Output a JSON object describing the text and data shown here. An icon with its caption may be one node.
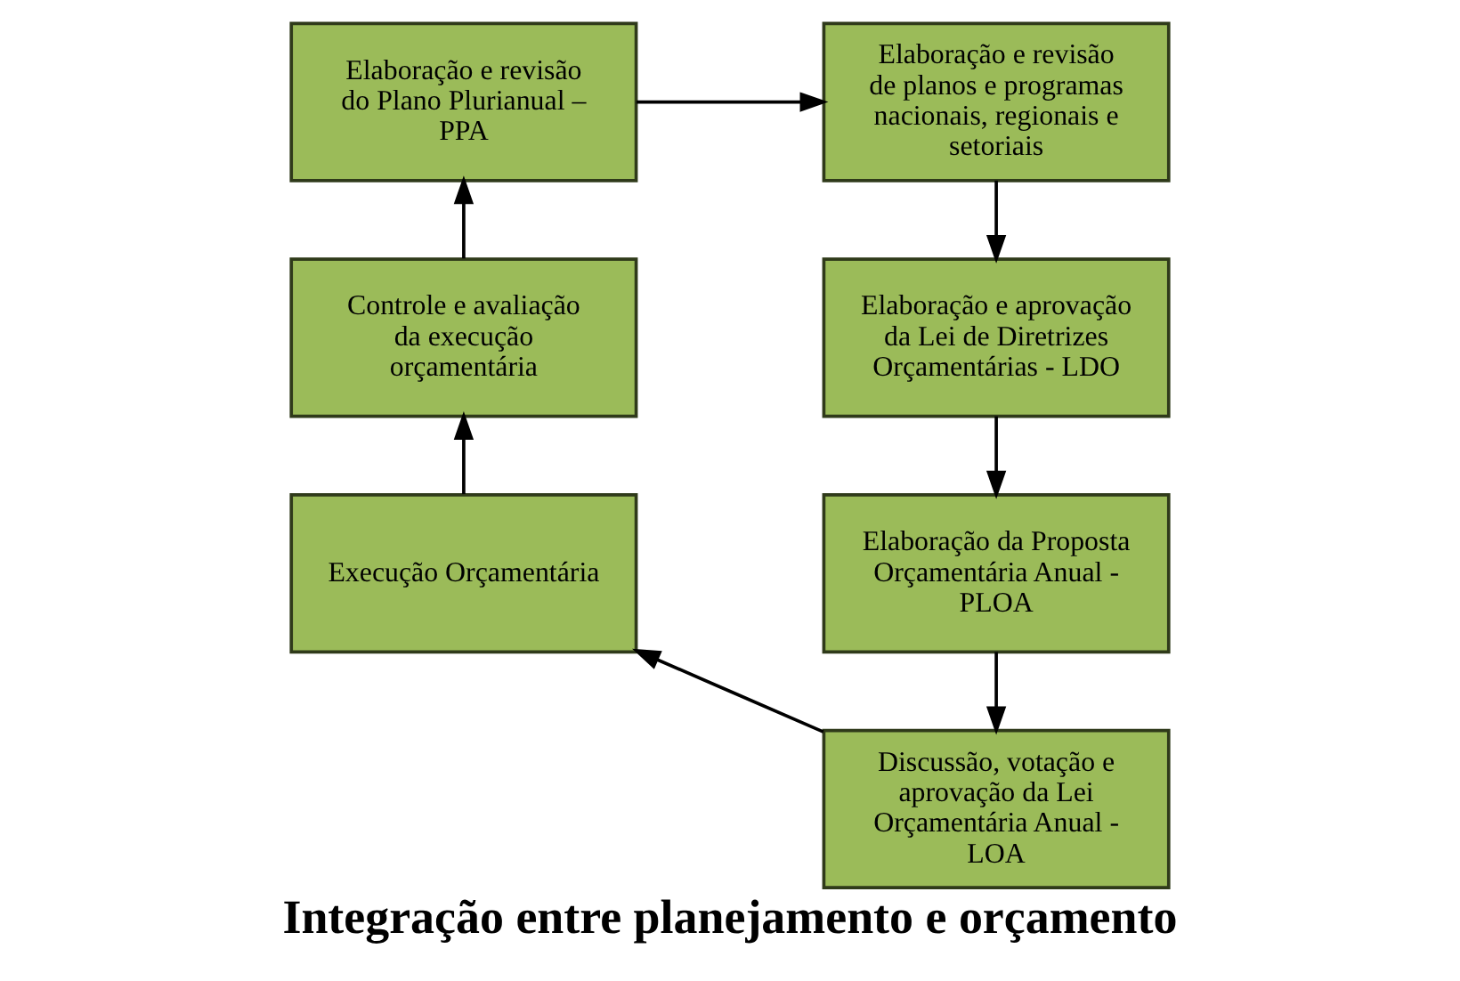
{
  "diagram": {
    "title": "Integração entre planejamento e orçamento",
    "nodes": [
      {
        "text": [
          "Elaboração e revisão do Plano Plurianual – PPA"
        ]
      },
      {
        "text": [
          "Elaboração e revisão de planos e programas nacionais, regionais e setoriais"
        ]
      },
      {
        "text": [
          "Elaboração e aprovação da Lei de Diretrizes Orçamentárias - LDO"
        ]
      },
      {
        "text": [
          "Elaboração da Proposta Orçamentária Anual - PLOA"
        ]
      },
      {
        "text": [
          "Discussão, votação e aprovação da Lei Orçamentária Anual - LOA"
        ]
      },
      {
        "text": [
          "Execução Orçamentária"
        ]
      },
      {
        "text": [
          "Controle e avaliação da execução orçamentária"
        ]
      }
    ],
    "edges": [
      {
        "from": 0,
        "to": 1,
        "arrow": "to"
      },
      {
        "from": 1,
        "to": 2,
        "arrow": "to"
      },
      {
        "from": 2,
        "to": 3,
        "arrow": "to"
      },
      {
        "from": 3,
        "to": 4,
        "arrow": "to"
      },
      {
        "from": 4,
        "to": 5,
        "arrow": "to"
      },
      {
        "from": 5,
        "to": 6,
        "arrow": "to"
      },
      {
        "from": 6,
        "to": 0,
        "arrow": "to"
      }
    ]
  }
}
